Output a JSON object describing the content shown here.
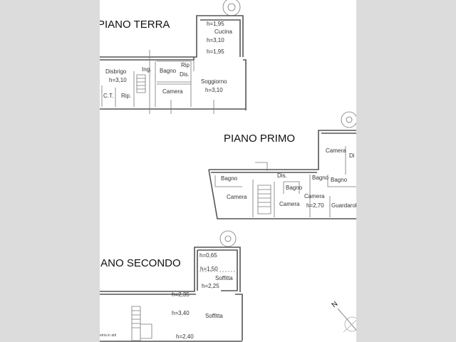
{
  "background_panel_color": "#dcdcdc",
  "floors": {
    "terra": {
      "title": "PIANO TERRA",
      "rooms": [
        "Disbrigo",
        "h=3,10",
        "C.T.",
        "Rip.",
        "Ing.",
        "Bagno",
        "Rip",
        "Dis.",
        "Camera",
        "Soggiorno",
        "h=3,10",
        "Cucina",
        "h=1,95",
        "h=3,10",
        "h=1,95"
      ]
    },
    "primo": {
      "title": "PIANO PRIMO",
      "rooms": [
        "Bagno",
        "Camera",
        "Dis.",
        "Bagno",
        "Camera",
        "Bagno",
        "Bagno",
        "Camera",
        "h=2,70",
        "Guardarob",
        "Camera",
        "Di"
      ]
    },
    "secondo": {
      "title": "IANO SECONDO",
      "rooms": [
        "h=0,65",
        "h=1,50",
        "Soffitta",
        "h=2,25",
        "h=2,35",
        "h=3,40",
        "Soffitta",
        "h=2,40"
      ],
      "note": "etria in atti"
    }
  },
  "compass": {
    "label": "N",
    "icon": "north-arrow-icon"
  }
}
